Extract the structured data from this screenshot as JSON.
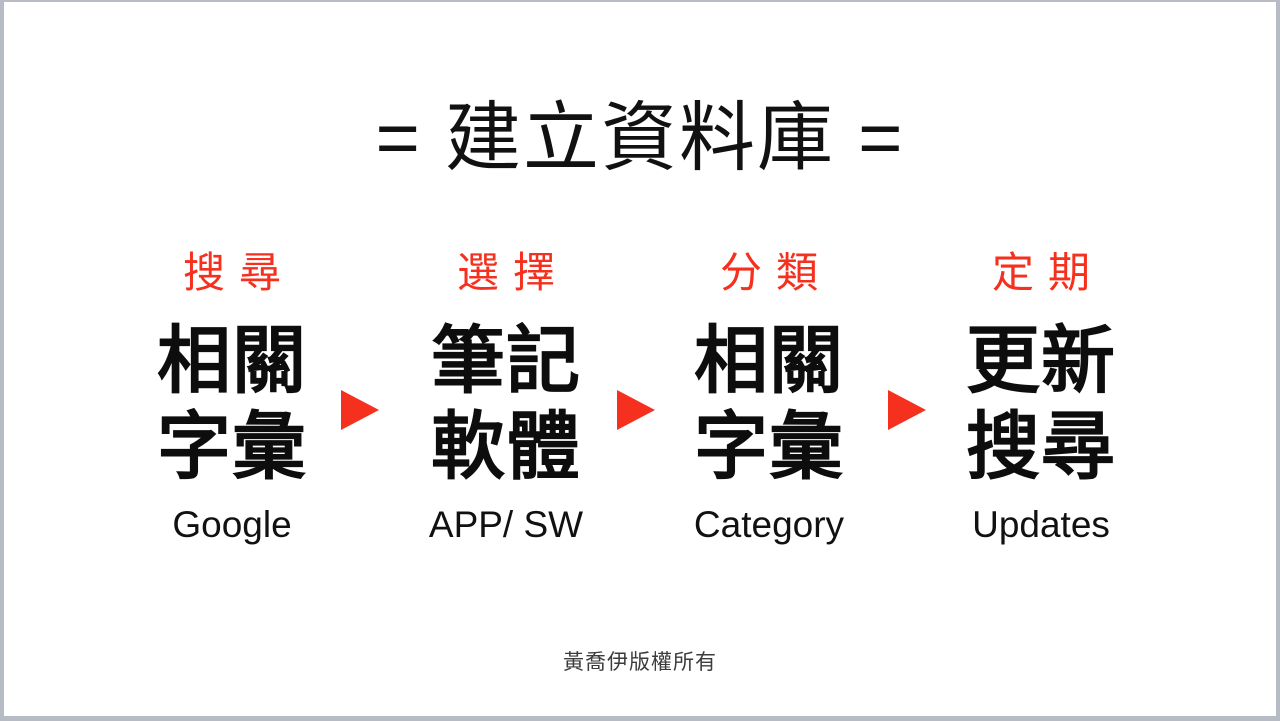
{
  "title": "= 建立資料庫 =",
  "steps": [
    {
      "label": "搜尋",
      "keyword_line1": "相關",
      "keyword_line2": "字彙",
      "sub": "Google"
    },
    {
      "label": "選擇",
      "keyword_line1": "筆記",
      "keyword_line2": "軟體",
      "sub": "APP/ SW"
    },
    {
      "label": "分類",
      "keyword_line1": "相關",
      "keyword_line2": "字彙",
      "sub": "Category"
    },
    {
      "label": "定期",
      "keyword_line1": "更新",
      "keyword_line2": "搜尋",
      "sub": "Updates"
    }
  ],
  "copyright": "黃喬伊版權所有",
  "icons": {
    "between_steps": "triangle-right-arrow"
  },
  "colors": {
    "accent_red": "#f5301e",
    "text_black": "#0d0d0d",
    "footer_gray": "#3c3c3c",
    "frame_gray": "#b7bcc4",
    "background": "#ffffff"
  }
}
